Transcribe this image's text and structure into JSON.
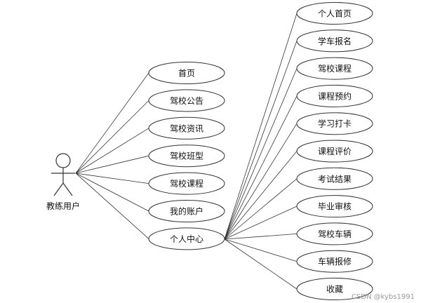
{
  "actor": {
    "name": "教练用户"
  },
  "main_use_cases": [
    {
      "id": "home",
      "label": "首页"
    },
    {
      "id": "announcements",
      "label": "驾校公告"
    },
    {
      "id": "news",
      "label": "驾校资讯"
    },
    {
      "id": "class_type",
      "label": "驾校班型"
    },
    {
      "id": "courses",
      "label": "驾校课程"
    },
    {
      "id": "my_account",
      "label": "我的账户"
    },
    {
      "id": "personal_center",
      "label": "个人中心"
    }
  ],
  "personal_center_use_cases": [
    {
      "id": "personal_home",
      "label": "个人首页"
    },
    {
      "id": "enrollment",
      "label": "学车报名"
    },
    {
      "id": "school_courses",
      "label": "驾校课程"
    },
    {
      "id": "course_booking",
      "label": "课程预约"
    },
    {
      "id": "checkin",
      "label": "学习打卡"
    },
    {
      "id": "course_review",
      "label": "课程评价"
    },
    {
      "id": "exam_results",
      "label": "考试结果"
    },
    {
      "id": "graduation_review",
      "label": "毕业审核"
    },
    {
      "id": "school_vehicles",
      "label": "驾校车辆"
    },
    {
      "id": "vehicle_repair",
      "label": "车辆报修"
    },
    {
      "id": "favorites",
      "label": "收藏"
    }
  ],
  "watermark": "CSDN @kybs1991"
}
